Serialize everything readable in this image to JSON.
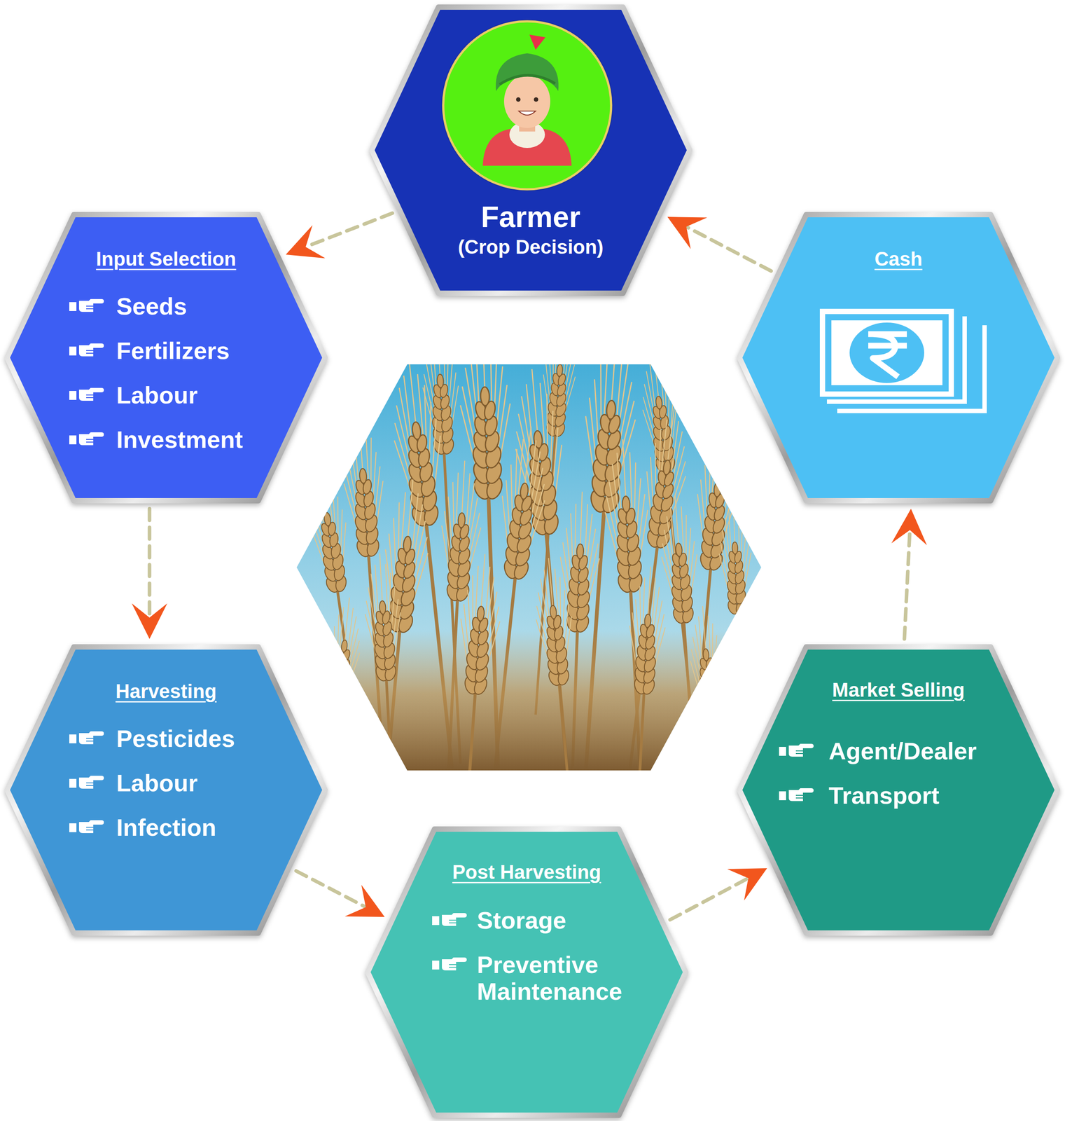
{
  "diagram": {
    "nodes": [
      {
        "text": [
          "Farmer",
          "(Crop Decision)"
        ]
      },
      {
        "text": [
          "Input Selection",
          "Seeds",
          "Fertilizers",
          "Labour",
          "Investment"
        ]
      },
      {
        "text": [
          "Harvesting",
          "Pesticides",
          "Labour",
          "Infection"
        ]
      },
      {
        "text": [
          "Post Harvesting",
          "Storage",
          "Preventive Maintenance"
        ]
      },
      {
        "text": [
          "Market Selling",
          "Agent/Dealer",
          "Transport"
        ]
      },
      {
        "text": [
          "Cash"
        ]
      }
    ],
    "edges": [
      {
        "from": 0,
        "to": 1,
        "arrow": "to"
      },
      {
        "from": 1,
        "to": 2,
        "arrow": "to"
      },
      {
        "from": 2,
        "to": 3,
        "arrow": "to"
      },
      {
        "from": 3,
        "to": 4,
        "arrow": "to"
      },
      {
        "from": 4,
        "to": 5,
        "arrow": "to"
      },
      {
        "from": 5,
        "to": 0,
        "arrow": "to"
      }
    ]
  }
}
